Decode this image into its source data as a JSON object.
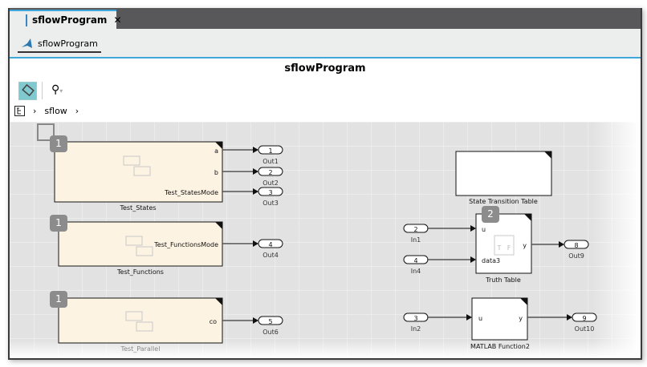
{
  "tab": {
    "label": "sflowProgram",
    "close": "✕"
  },
  "model_crumb": "sflowProgram",
  "title": "sflowProgram",
  "breadcrumb": {
    "items": [
      "sflow"
    ]
  },
  "colors": {
    "accent": "#3fa7dc",
    "chart_fill": "#fdf3e2",
    "canvas": "#e2e2e2"
  },
  "blocks": [
    {
      "name": "Test_States",
      "badge": "1",
      "ports_out": [
        "a",
        "b",
        "Test_StatesMode"
      ]
    },
    {
      "name": "Test_Functions",
      "badge": "1",
      "ports_out": [
        "Test_FunctionsMode"
      ]
    },
    {
      "name": "Test_Parallel",
      "badge": "1",
      "ports_out": [
        "co"
      ]
    },
    {
      "name": "State Transition Table"
    },
    {
      "name": "Truth Table",
      "badge": "2",
      "ports_in": [
        "u",
        "data3"
      ],
      "ports_out": [
        "y"
      ],
      "icon": [
        "T",
        "F"
      ]
    },
    {
      "name": "MATLAB Function2",
      "ports_in": [
        "u"
      ],
      "ports_out": [
        "y"
      ]
    }
  ],
  "outports": [
    {
      "num": "1",
      "name": "Out1"
    },
    {
      "num": "2",
      "name": "Out2"
    },
    {
      "num": "3",
      "name": "Out3"
    },
    {
      "num": "4",
      "name": "Out4"
    },
    {
      "num": "5",
      "name": "Out6"
    },
    {
      "num": "8",
      "name": "Out9"
    },
    {
      "num": "9",
      "name": "Out10"
    }
  ],
  "inports": [
    {
      "num": "2",
      "name": "In1"
    },
    {
      "num": "4",
      "name": "In4"
    },
    {
      "num": "3",
      "name": "In2"
    }
  ]
}
